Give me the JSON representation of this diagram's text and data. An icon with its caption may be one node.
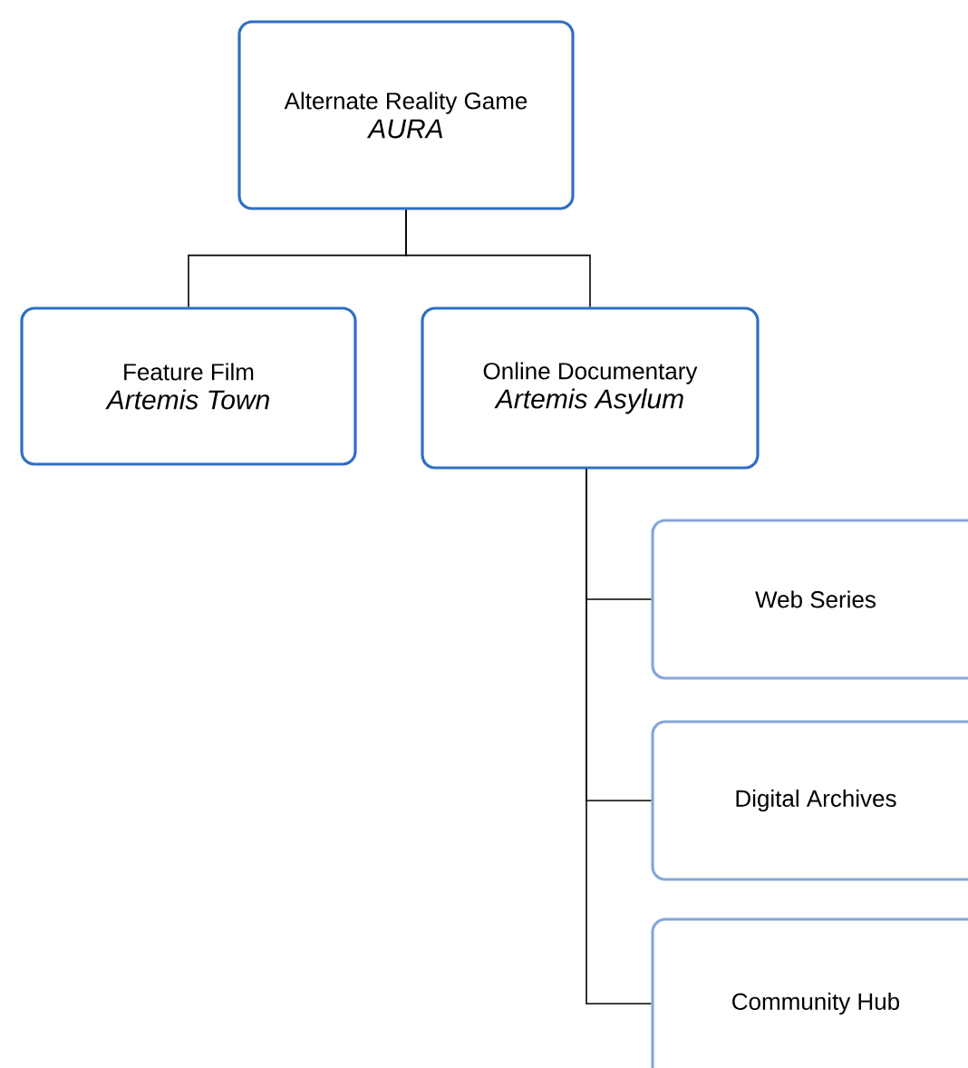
{
  "diagram": {
    "nodes": [
      {
        "text": [
          "Alternate Reality Game",
          "AURA"
        ]
      },
      {
        "text": [
          "Feature Film",
          "Artemis Town"
        ]
      },
      {
        "text": [
          "Online Documentary",
          "Artemis Asylum"
        ]
      },
      {
        "text": [
          "Web Series"
        ]
      },
      {
        "text": [
          "Digital Archives"
        ]
      },
      {
        "text": [
          "Community Hub"
        ]
      }
    ],
    "edges": [
      {
        "from": 0,
        "to": 1,
        "arrow": "none"
      },
      {
        "from": 0,
        "to": 2,
        "arrow": "none"
      },
      {
        "from": 2,
        "to": 3,
        "arrow": "none"
      },
      {
        "from": 2,
        "to": 4,
        "arrow": "none"
      },
      {
        "from": 2,
        "to": 5,
        "arrow": "none"
      }
    ]
  }
}
